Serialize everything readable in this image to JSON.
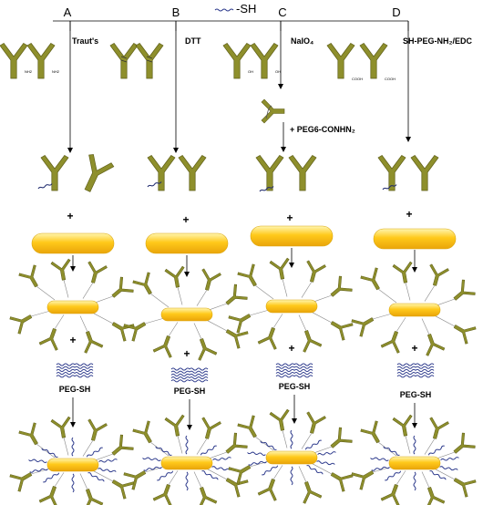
{
  "columns": [
    "A",
    "B",
    "C",
    "D"
  ],
  "legend": {
    "label": "-SH"
  },
  "reagents": [
    "Traut's",
    "DTT",
    "NaIO₄",
    "SH-PEG-NH₂/EDC"
  ],
  "step_c": "+ PEG6-CONHN₂",
  "peg_label": "PEG-SH",
  "plus": "+",
  "groups": {
    "nh2": "NH2",
    "oh": "OH",
    "cooh": "COOH"
  },
  "colors": {
    "antibody": "#8e8f2c",
    "antibody_dark": "#5f5f18",
    "rod": "#ffc21a",
    "peg": "#2d3a8c",
    "thiol": "#1f2a6e"
  }
}
